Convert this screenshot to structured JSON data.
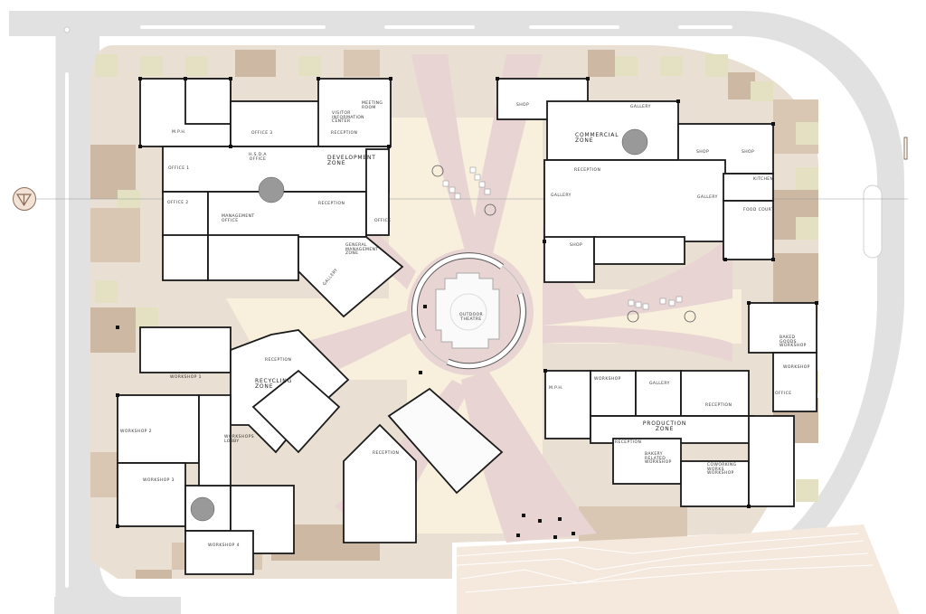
{
  "plan": {
    "type": "architectural site floor plan",
    "colors": {
      "road": "#e1e1e1",
      "road_marking": "#ffffff",
      "plaza_pink": "#e8d4d3",
      "plaza_cream": "#f8f0dd",
      "paving_tan": "#d9c7b3",
      "paving_beige": "#e9dfd2",
      "paving_green": "#e3e1c2",
      "paving_brown": "#cdb8a3",
      "wall": "#1a1a1a",
      "floor": "#ffffff",
      "slope": "#f5e8dc"
    },
    "north_arrow": {
      "name": "north-arrow-icon"
    },
    "center": {
      "label": "OUTDOOR THEATRE"
    },
    "zones": {
      "development": {
        "title": "DEVELOPMENT ZONE",
        "rooms": [
          "M.P.H.",
          "OFFICE 3",
          "VISITOR INFORMATION CENTER",
          "MEETING ROOM",
          "RECEPTION",
          "H.S.D.A OFFICE",
          "OFFICE 1",
          "OFFICE 2",
          "RECEPTION",
          "MANAGEMENT OFFICE",
          "OFFICE",
          "GENERAL MANAGEMENT ZONE",
          "GALLERY"
        ]
      },
      "commercial": {
        "title": "COMMERCIAL ZONE",
        "rooms": [
          "SHOP",
          "GALLERY",
          "RECEPTION",
          "SHOP",
          "SHOP",
          "KITCHEN",
          "GALLERY",
          "GALLERY",
          "FOOD COURT",
          "SHOP"
        ]
      },
      "recycling": {
        "title": "RECYCLING ZONE",
        "rooms": [
          "RECEPTION",
          "WORKSHOP 1",
          "WORKSHOP 2",
          "WORKSHOPS LOBBY",
          "WORKSHOP 3",
          "WORKSHOP 4",
          "RECEPTION"
        ]
      },
      "production": {
        "title": "PRODUCTION ZONE",
        "rooms": [
          "M.P.H.",
          "WORKSHOP",
          "GALLERY",
          "RECEPTION",
          "RECEPTION",
          "BAKERY RELATED WORKSHOP",
          "COWORKING WORKS WORKSHOP",
          "BAKED GOODS WORKSHOP",
          "WORKSHOP",
          "OFFICE"
        ]
      }
    }
  }
}
